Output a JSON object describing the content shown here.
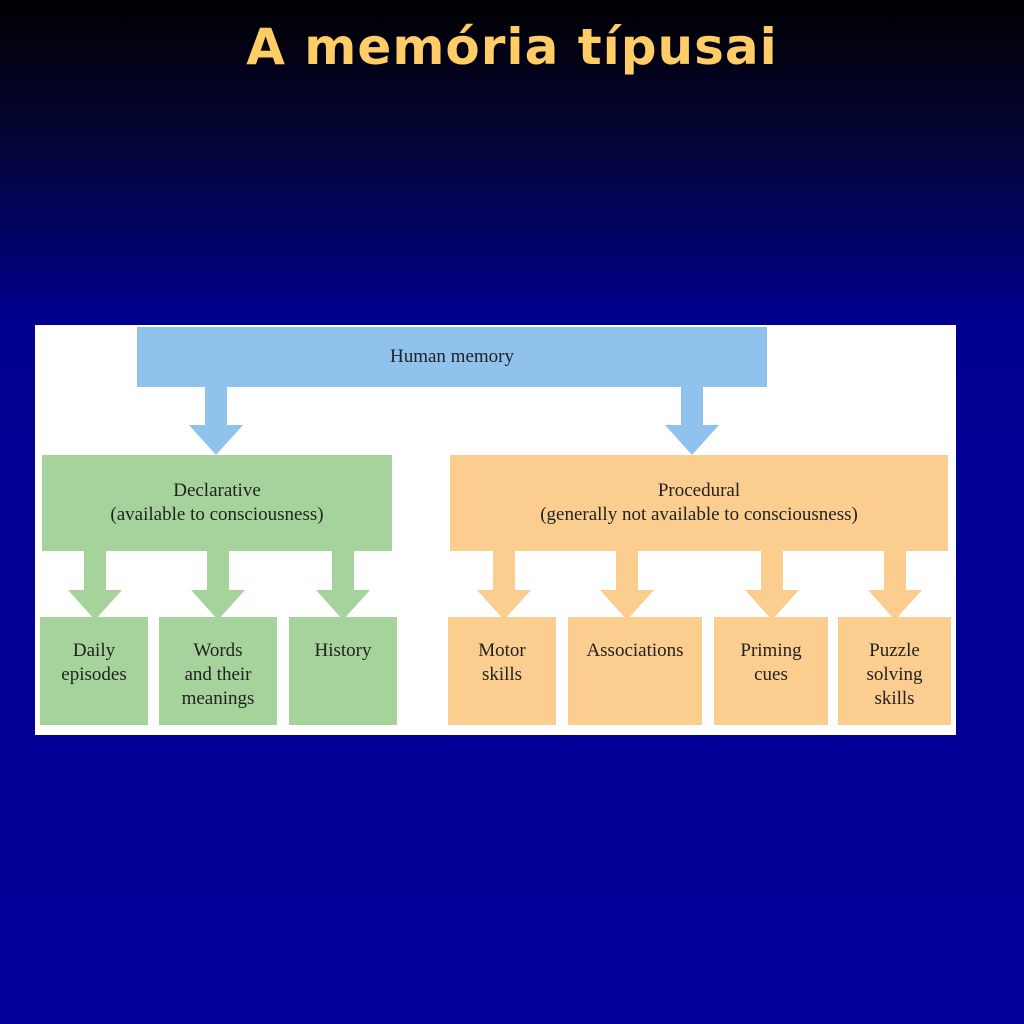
{
  "title": "A memória típusai",
  "diagram": {
    "root": "Human memory",
    "declarative": {
      "line1": "Declarative",
      "line2": "(available to consciousness)",
      "children": [
        [
          "Daily",
          "episodes"
        ],
        [
          "Words",
          "and their",
          "meanings"
        ],
        [
          "History"
        ]
      ]
    },
    "procedural": {
      "line1": "Procedural",
      "line2": "(generally not available to consciousness)",
      "children": [
        [
          "Motor",
          "skills"
        ],
        [
          "Associations"
        ],
        [
          "Priming",
          "cues"
        ],
        [
          "Puzzle",
          "solving",
          "skills"
        ]
      ]
    },
    "colors": {
      "root": "#8fc2ec",
      "declarative": "#a5d39b",
      "procedural": "#fbcd8f",
      "title": "#ffcc66"
    }
  }
}
